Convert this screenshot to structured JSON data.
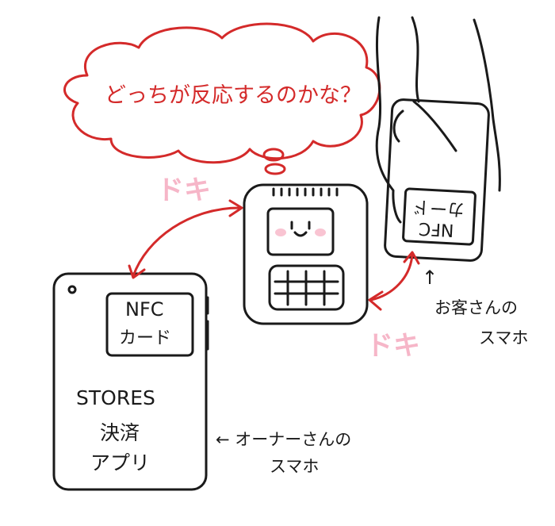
{
  "bubble": {
    "text": "どっちが反応するのかな？"
  },
  "doki": {
    "left": "ドキ",
    "right": "ドキ"
  },
  "owner_phone": {
    "nfc_line1": "NFC",
    "nfc_line2": "カード",
    "app_line1": "STORES",
    "app_line2": "決済",
    "app_line3": "アプリ",
    "caption_line1": "← オーナーさんの",
    "caption_line2": "スマホ"
  },
  "customer_phone": {
    "nfc_line1": "NFC",
    "nfc_line2": "カード",
    "caption_arrow": "↑",
    "caption_line1": "お客さんの",
    "caption_line2": "スマホ"
  },
  "colors": {
    "ink": "#1a1a1a",
    "red": "#d42a2a",
    "pink": "#f6b6c8"
  }
}
